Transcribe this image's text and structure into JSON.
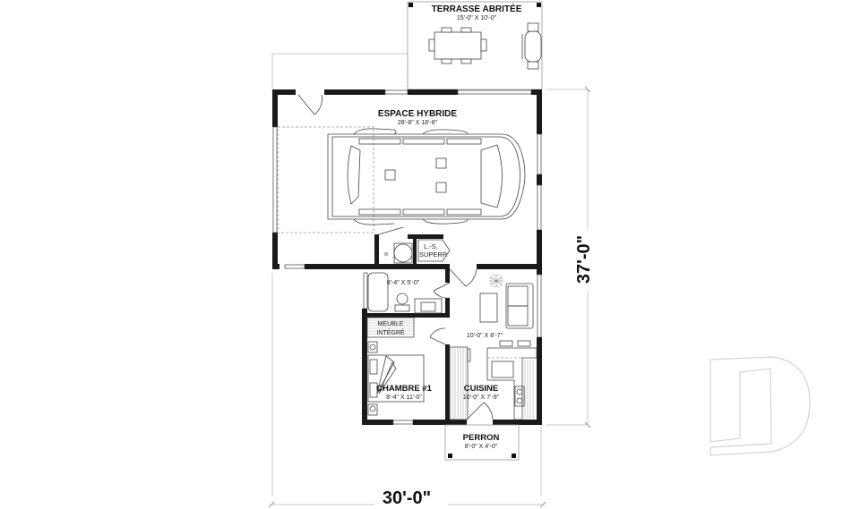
{
  "plan": {
    "rooms": {
      "terrasse": {
        "name": "TERRASSE ABRITÉE",
        "size": "15'-0\" X 10'-0\""
      },
      "espace_hybride": {
        "name": "ESPACE HYBRIDE",
        "size": "28'-8\" X 18'-8\""
      },
      "salle_bain": {
        "size": "8'-4\" X 5'-0\""
      },
      "laveuse_secheuse": {
        "line1": "L.-S.",
        "line2": "SUPERP."
      },
      "meuble": {
        "line1": "MEUBLE",
        "line2": "INTÉGRÉ"
      },
      "sejour": {
        "size": "10'-0\" X 8'-7\""
      },
      "chambre": {
        "name": "CHAMBRE #1",
        "size": "8'-4\" X 11'-0\""
      },
      "cuisine": {
        "name": "CUISINE",
        "size": "10'-0\" X 7'-9\""
      },
      "perron": {
        "name": "PERRON",
        "size": "8'-0\" X 4'-0\""
      }
    },
    "dimensions": {
      "width": "30'-0\"",
      "depth": "37'-0\""
    },
    "colors": {
      "wall": "#1a1a1a",
      "line": "#444444",
      "dimension_line": "#c8c8c8",
      "logo": "#d4d4d4"
    },
    "watermark_icon": "brand-d-logo-icon"
  }
}
